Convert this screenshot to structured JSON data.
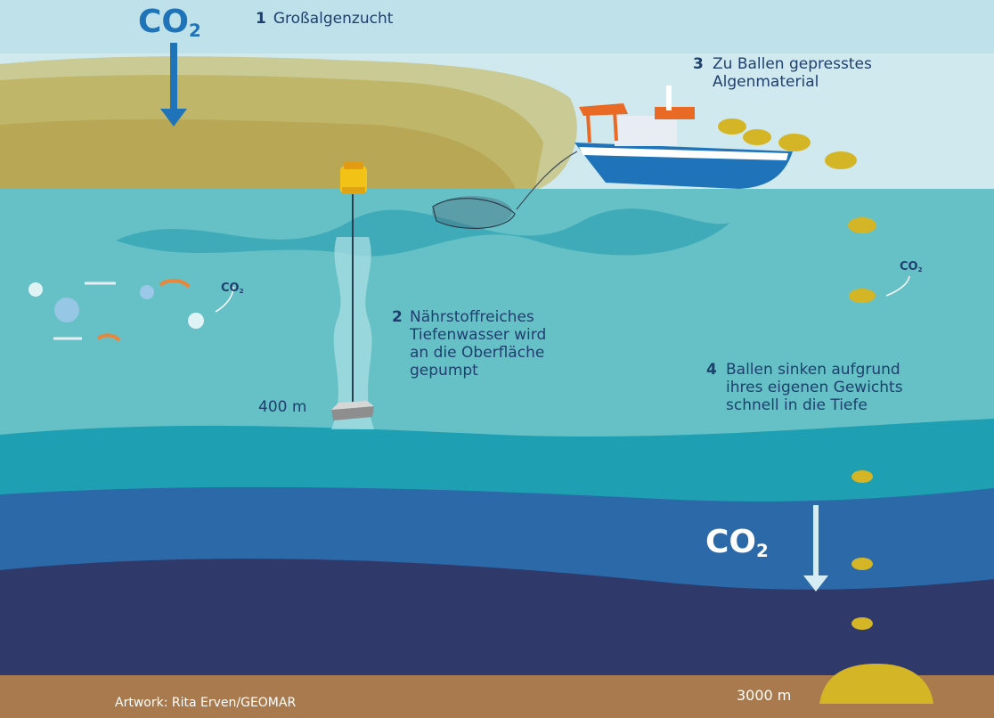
{
  "labels": {
    "step1_num": "1",
    "step1": "Großalgenzucht",
    "step2_num": "2",
    "step2_lines": [
      "Nährstoffreiches",
      "Tiefenwasser wird",
      "an die Oberfläche",
      "gepumpt"
    ],
    "step3_num": "3",
    "step3_lines": [
      "Zu Ballen gepresstes",
      "Algenmaterial"
    ],
    "step4_num": "4",
    "step4_lines": [
      "Ballen sinken aufgrund",
      "ihres eigenen Gewichts",
      "schnell in die Tiefe"
    ],
    "depth_400": "400 m",
    "depth_3000": "3000 m",
    "credit": "Artwork: Rita Erven/GEOMAR",
    "co2_main": "CO",
    "co2_sub": "2"
  },
  "colors": {
    "sky": "#cfe9ee",
    "surface_water": "#66c1c6",
    "mid_water": "#1ea0b2",
    "deep_water": "#2c69a8",
    "abyss": "#2f3a6a",
    "seafloor": "#a87a4d",
    "algae": "#b9a43a",
    "bale": "#d4b525",
    "arrow_blue": "#1f73b8",
    "text": "#1f3f6e"
  },
  "icons": [
    "co2-down-arrow-icon",
    "buoy-icon",
    "pump-pipe-icon",
    "ship-icon",
    "net-icon",
    "algae-bale-icon",
    "plankton-cluster-icon"
  ]
}
